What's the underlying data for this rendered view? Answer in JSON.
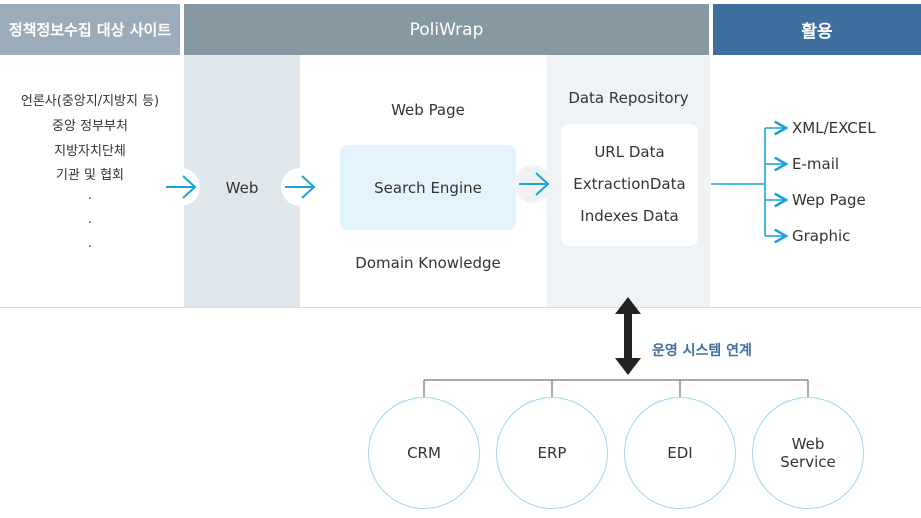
{
  "header": {
    "sources_title": "정책정보수집 대상 사이트",
    "poliwrap_title": "PoliWrap",
    "usage_title": "활용"
  },
  "sources": [
    "언론사(중앙지/지방지 등)",
    "중앙 정부부처",
    "지방자치단체",
    "기관 및 협회",
    ".",
    ".",
    "."
  ],
  "web_label": "Web",
  "web_page_label": "Web Page",
  "search_engine_label": "Search Engine",
  "domain_knowledge_label": "Domain Knowledge",
  "repository": {
    "title": "Data Repository",
    "items": [
      "URL Data",
      "ExtractionData",
      "Indexes Data"
    ]
  },
  "outputs": [
    "XML/EXCEL",
    "E-mail",
    "Wep Page",
    "Graphic"
  ],
  "link_label": "운영 시스템 연계",
  "systems": [
    "CRM",
    "ERP",
    "EDI",
    "Web Service"
  ],
  "colors": {
    "accent": "#1aa3dc",
    "header_gray": "#8698a2",
    "header_blue": "#3e6f9f",
    "link_text": "#3e6f9f"
  }
}
